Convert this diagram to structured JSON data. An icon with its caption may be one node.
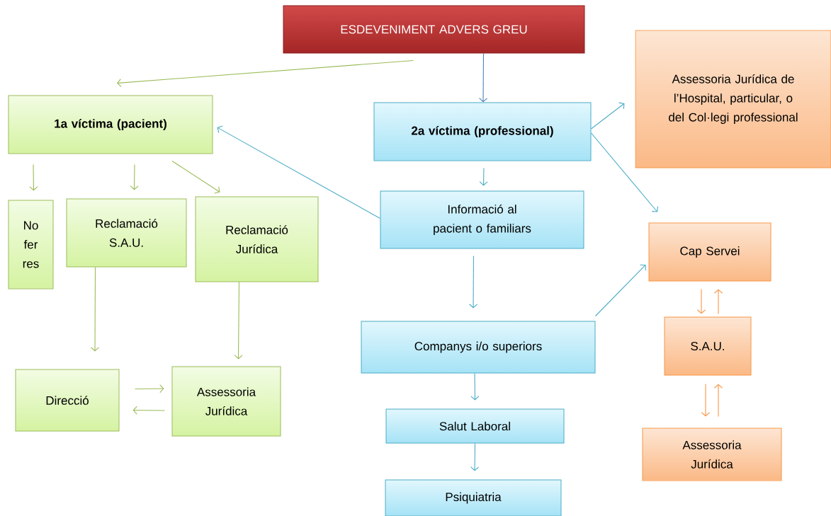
{
  "diagram": {
    "nodes": [
      {
        "text": [
          "ESDEVENIMENT ADVERS GREU"
        ]
      },
      {
        "text": [
          "1a víctima (pacient)"
        ]
      },
      {
        "text": [
          "2a víctima (professional)"
        ]
      },
      {
        "text": [
          "Assessoria Jurídica de l’Hospital, particular, o del Col·legi professional"
        ]
      },
      {
        "text": [
          "No fer res"
        ]
      },
      {
        "text": [
          "Reclamació S.A.U."
        ]
      },
      {
        "text": [
          "Reclamació Jurídica"
        ]
      },
      {
        "text": [
          "Informació al pacient o familiars"
        ]
      },
      {
        "text": [
          "Cap Servei"
        ]
      },
      {
        "text": [
          "Direcció"
        ]
      },
      {
        "text": [
          "Assessoria Jurídica"
        ]
      },
      {
        "text": [
          "Companys i/o superiors"
        ]
      },
      {
        "text": [
          "S.A.U."
        ]
      },
      {
        "text": [
          "Salut Laboral"
        ]
      },
      {
        "text": [
          "Assessoria Jurídica"
        ]
      },
      {
        "text": [
          "Psiquiatria"
        ]
      }
    ],
    "edges": [
      {
        "from": 0,
        "to": 1,
        "arrow": "to"
      },
      {
        "from": 0,
        "to": 2,
        "arrow": "to",
        "color": "#4f81bd"
      },
      {
        "from": 1,
        "to": 4,
        "arrow": "to"
      },
      {
        "from": 1,
        "to": 5,
        "arrow": "to"
      },
      {
        "from": 1,
        "to": 6,
        "arrow": "to"
      },
      {
        "from": 7,
        "to": 1,
        "arrow": "to",
        "color": "#4bacc6"
      },
      {
        "from": 2,
        "to": 3,
        "arrow": "to",
        "color": "#4bacc6"
      },
      {
        "from": 2,
        "to": 8,
        "arrow": "to",
        "color": "#4bacc6"
      },
      {
        "from": 2,
        "to": 7,
        "arrow": "to",
        "color": "#4bacc6"
      },
      {
        "from": 7,
        "to": 11,
        "arrow": "to",
        "color": "#4bacc6"
      },
      {
        "from": 11,
        "to": 8,
        "arrow": "to",
        "color": "#4bacc6"
      },
      {
        "from": 8,
        "to": 12,
        "arrow": "to",
        "color": "#f79646"
      },
      {
        "from": 12,
        "to": 8,
        "arrow": "to",
        "color": "#f79646"
      },
      {
        "from": 12,
        "to": 14,
        "arrow": "to",
        "color": "#f79646"
      },
      {
        "from": 14,
        "to": 12,
        "arrow": "to",
        "color": "#f79646"
      },
      {
        "from": 5,
        "to": 9,
        "arrow": "to"
      },
      {
        "from": 6,
        "to": 10,
        "arrow": "to"
      },
      {
        "from": 9,
        "to": 10,
        "arrow": "to"
      },
      {
        "from": 10,
        "to": 9,
        "arrow": "to"
      },
      {
        "from": 11,
        "to": 13,
        "arrow": "to",
        "color": "#4bacc6"
      },
      {
        "from": 13,
        "to": 15,
        "arrow": "to",
        "color": "#4bacc6"
      }
    ]
  }
}
